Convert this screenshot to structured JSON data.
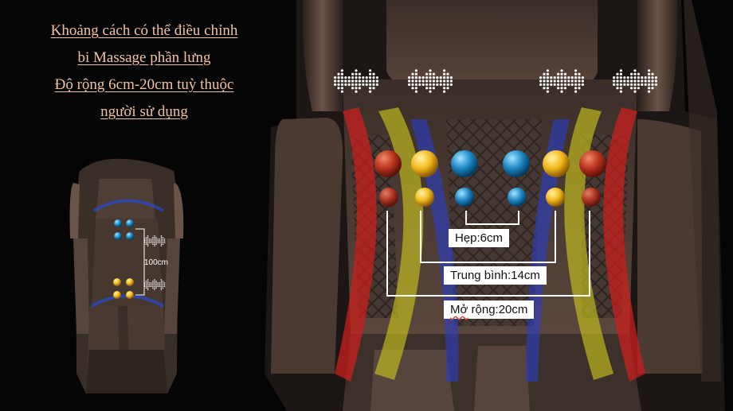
{
  "caption": {
    "line1": "Khoảng cách có thể điều chỉnh",
    "line2": "bi Massage phần lưng",
    "line3": "Độ rộng 6cm-20cm tuỳ thuộc",
    "line4": "người sử dụng"
  },
  "small_chair": {
    "distance_label": "100cm"
  },
  "widths": {
    "narrow": {
      "label": "Hẹp:6cm",
      "squiggle_word": ""
    },
    "medium": {
      "label": "Trung bình:14cm"
    },
    "wide": {
      "label_word": "Mở",
      "label_rest": " rộng:20cm"
    }
  },
  "colors": {
    "caption": "#f2c2a4",
    "ball_red": "#b8321e",
    "ball_gold": "#f2b81a",
    "ball_blue": "#1d86c4",
    "chair_brown": "#4a3a32",
    "airflow_red": "#c8201e",
    "airflow_yellow": "#c8c21e",
    "airflow_blue": "#2a3ec8"
  }
}
